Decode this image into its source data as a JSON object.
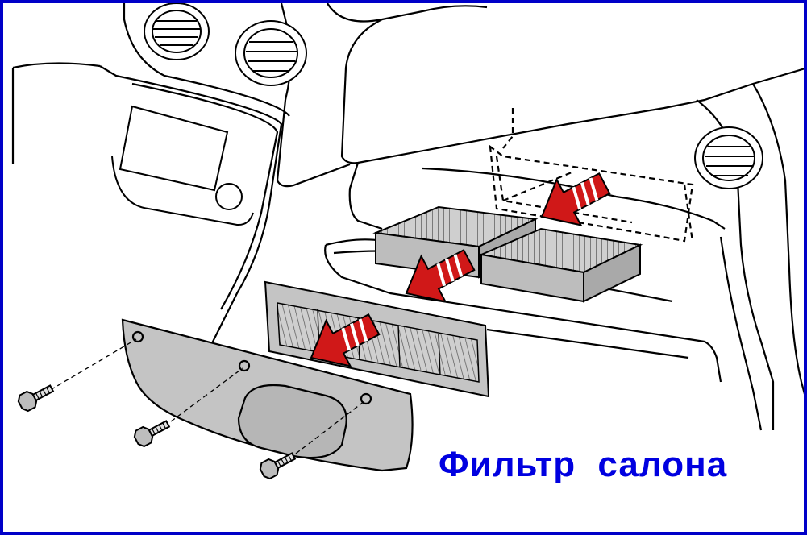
{
  "caption": "Фильтр  салона",
  "colors": {
    "frame": "#0000c8",
    "caption": "#0000e0",
    "arrow": "#d01818",
    "part_fill": "#c4c4c4",
    "line": "#000000"
  },
  "icons": [
    "air-vent-left",
    "air-vent-center",
    "air-vent-right",
    "cabin-filter",
    "filter-cover",
    "trim-panel",
    "screw",
    "removal-arrow"
  ]
}
